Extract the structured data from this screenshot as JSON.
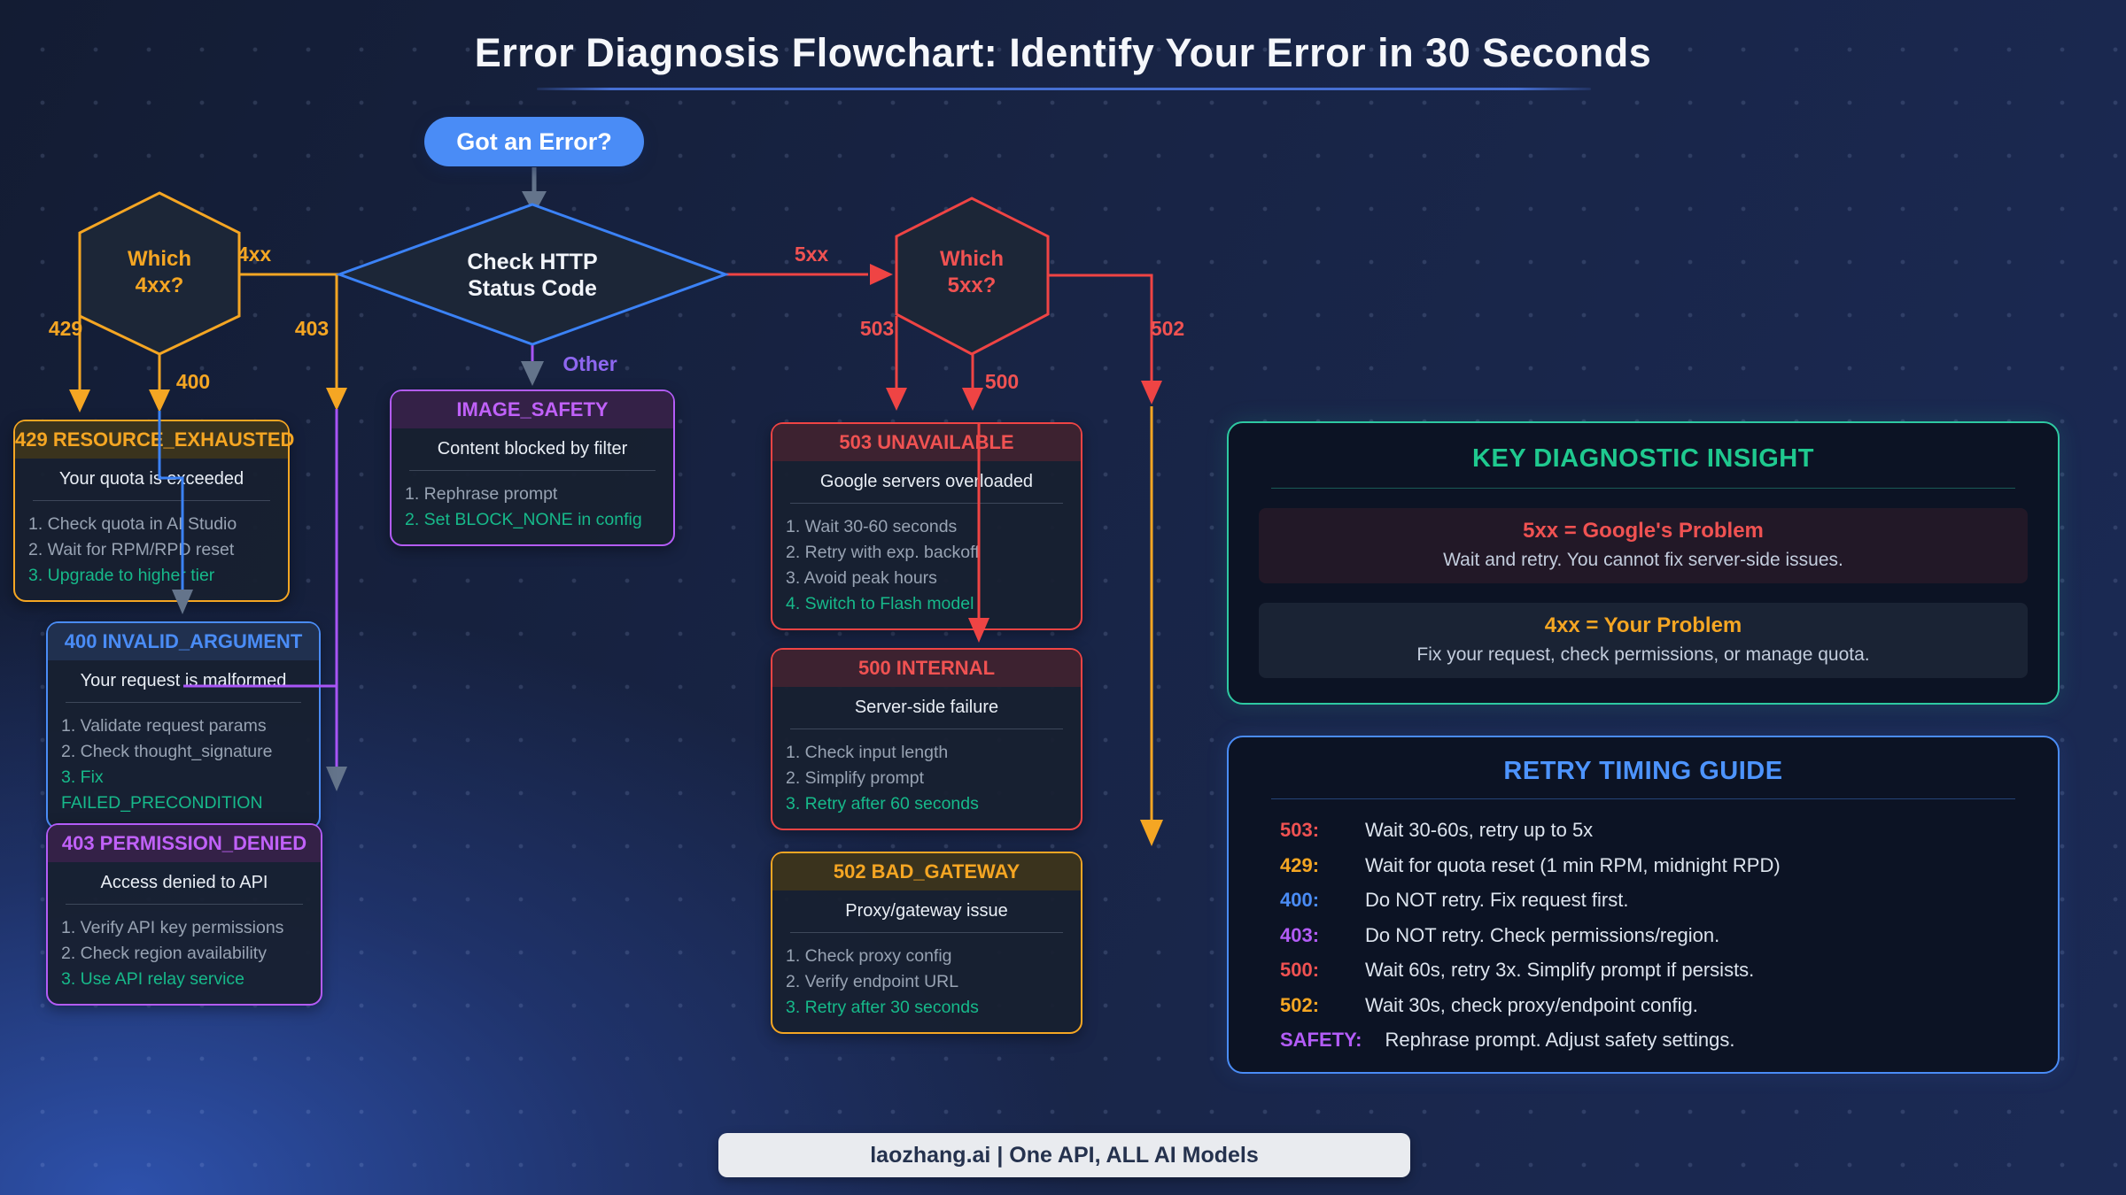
{
  "page": {
    "title": "Error Diagnosis Flowchart: Identify Your Error in 30 Seconds",
    "footer": "laozhang.ai | One API, ALL AI Models"
  },
  "flow": {
    "start_label": "Got an Error?",
    "decision_http": [
      "Check HTTP",
      "Status Code"
    ],
    "decision_4xx": [
      "Which",
      "4xx?"
    ],
    "decision_5xx": [
      "Which",
      "5xx?"
    ],
    "edge_labels": {
      "b4xx": "4xx",
      "b5xx": "5xx",
      "b429": "429",
      "b400": "400",
      "b403": "403",
      "b503": "503",
      "b500": "500",
      "b502": "502",
      "bother": "Other"
    }
  },
  "cards": {
    "c429": {
      "title": "429 RESOURCE_EXHAUSTED",
      "subtitle": "Your quota is exceeded",
      "steps": [
        "1. Check quota in AI Studio",
        "2. Wait for RPM/RPD reset",
        "3. Upgrade to higher tier"
      ]
    },
    "c400": {
      "title": "400 INVALID_ARGUMENT",
      "subtitle": "Your request is malformed",
      "steps": [
        "1. Validate request params",
        "2. Check thought_signature",
        "3. Fix FAILED_PRECONDITION"
      ]
    },
    "c403": {
      "title": "403 PERMISSION_DENIED",
      "subtitle": "Access denied to API",
      "steps": [
        "1. Verify API key permissions",
        "2. Check region availability",
        "3. Use API relay service"
      ]
    },
    "cimg": {
      "title": "IMAGE_SAFETY",
      "subtitle": "Content blocked by filter",
      "steps": [
        "1. Rephrase prompt",
        "2. Set BLOCK_NONE in config"
      ]
    },
    "c503": {
      "title": "503 UNAVAILABLE",
      "subtitle": "Google servers overloaded",
      "steps": [
        "1. Wait 30-60 seconds",
        "2. Retry with exp. backoff",
        "3. Avoid peak hours",
        "4. Switch to Flash model"
      ]
    },
    "c500": {
      "title": "500 INTERNAL",
      "subtitle": "Server-side failure",
      "steps": [
        "1. Check input length",
        "2. Simplify prompt",
        "3. Retry after 60 seconds"
      ]
    },
    "c502": {
      "title": "502 BAD_GATEWAY",
      "subtitle": "Proxy/gateway issue",
      "steps": [
        "1. Check proxy config",
        "2. Verify endpoint URL",
        "3. Retry after 30 seconds"
      ]
    }
  },
  "insight": {
    "title": "KEY DIAGNOSTIC INSIGHT",
    "items": [
      {
        "heading": "5xx = Google's Problem",
        "body": "Wait and retry. You cannot fix server-side issues."
      },
      {
        "heading": "4xx = Your Problem",
        "body": "Fix your request, check permissions, or manage quota."
      }
    ]
  },
  "retry_guide": {
    "title": "RETRY TIMING GUIDE",
    "rows": [
      {
        "code": "503:",
        "text": "Wait 30-60s, retry up to 5x"
      },
      {
        "code": "429:",
        "text": "Wait for quota reset (1 min RPM, midnight RPD)"
      },
      {
        "code": "400:",
        "text": "Do NOT retry. Fix request first."
      },
      {
        "code": "403:",
        "text": "Do NOT retry. Check permissions/region."
      },
      {
        "code": "500:",
        "text": "Wait 60s, retry 3x. Simplify prompt if persists."
      },
      {
        "code": "502:",
        "text": "Wait 30s, check proxy/endpoint config."
      },
      {
        "code": "SAFETY:",
        "text": "Rephrase prompt. Adjust safety settings."
      }
    ]
  },
  "colors": {
    "orange": "#f5a623",
    "red": "#ef4444",
    "blue": "#4a8cf6",
    "purple": "#b35cf7",
    "green": "#17b98a",
    "teal": "#2ec9a2",
    "slate_arrow": "#64748b",
    "node_fill": "#1c2637"
  }
}
